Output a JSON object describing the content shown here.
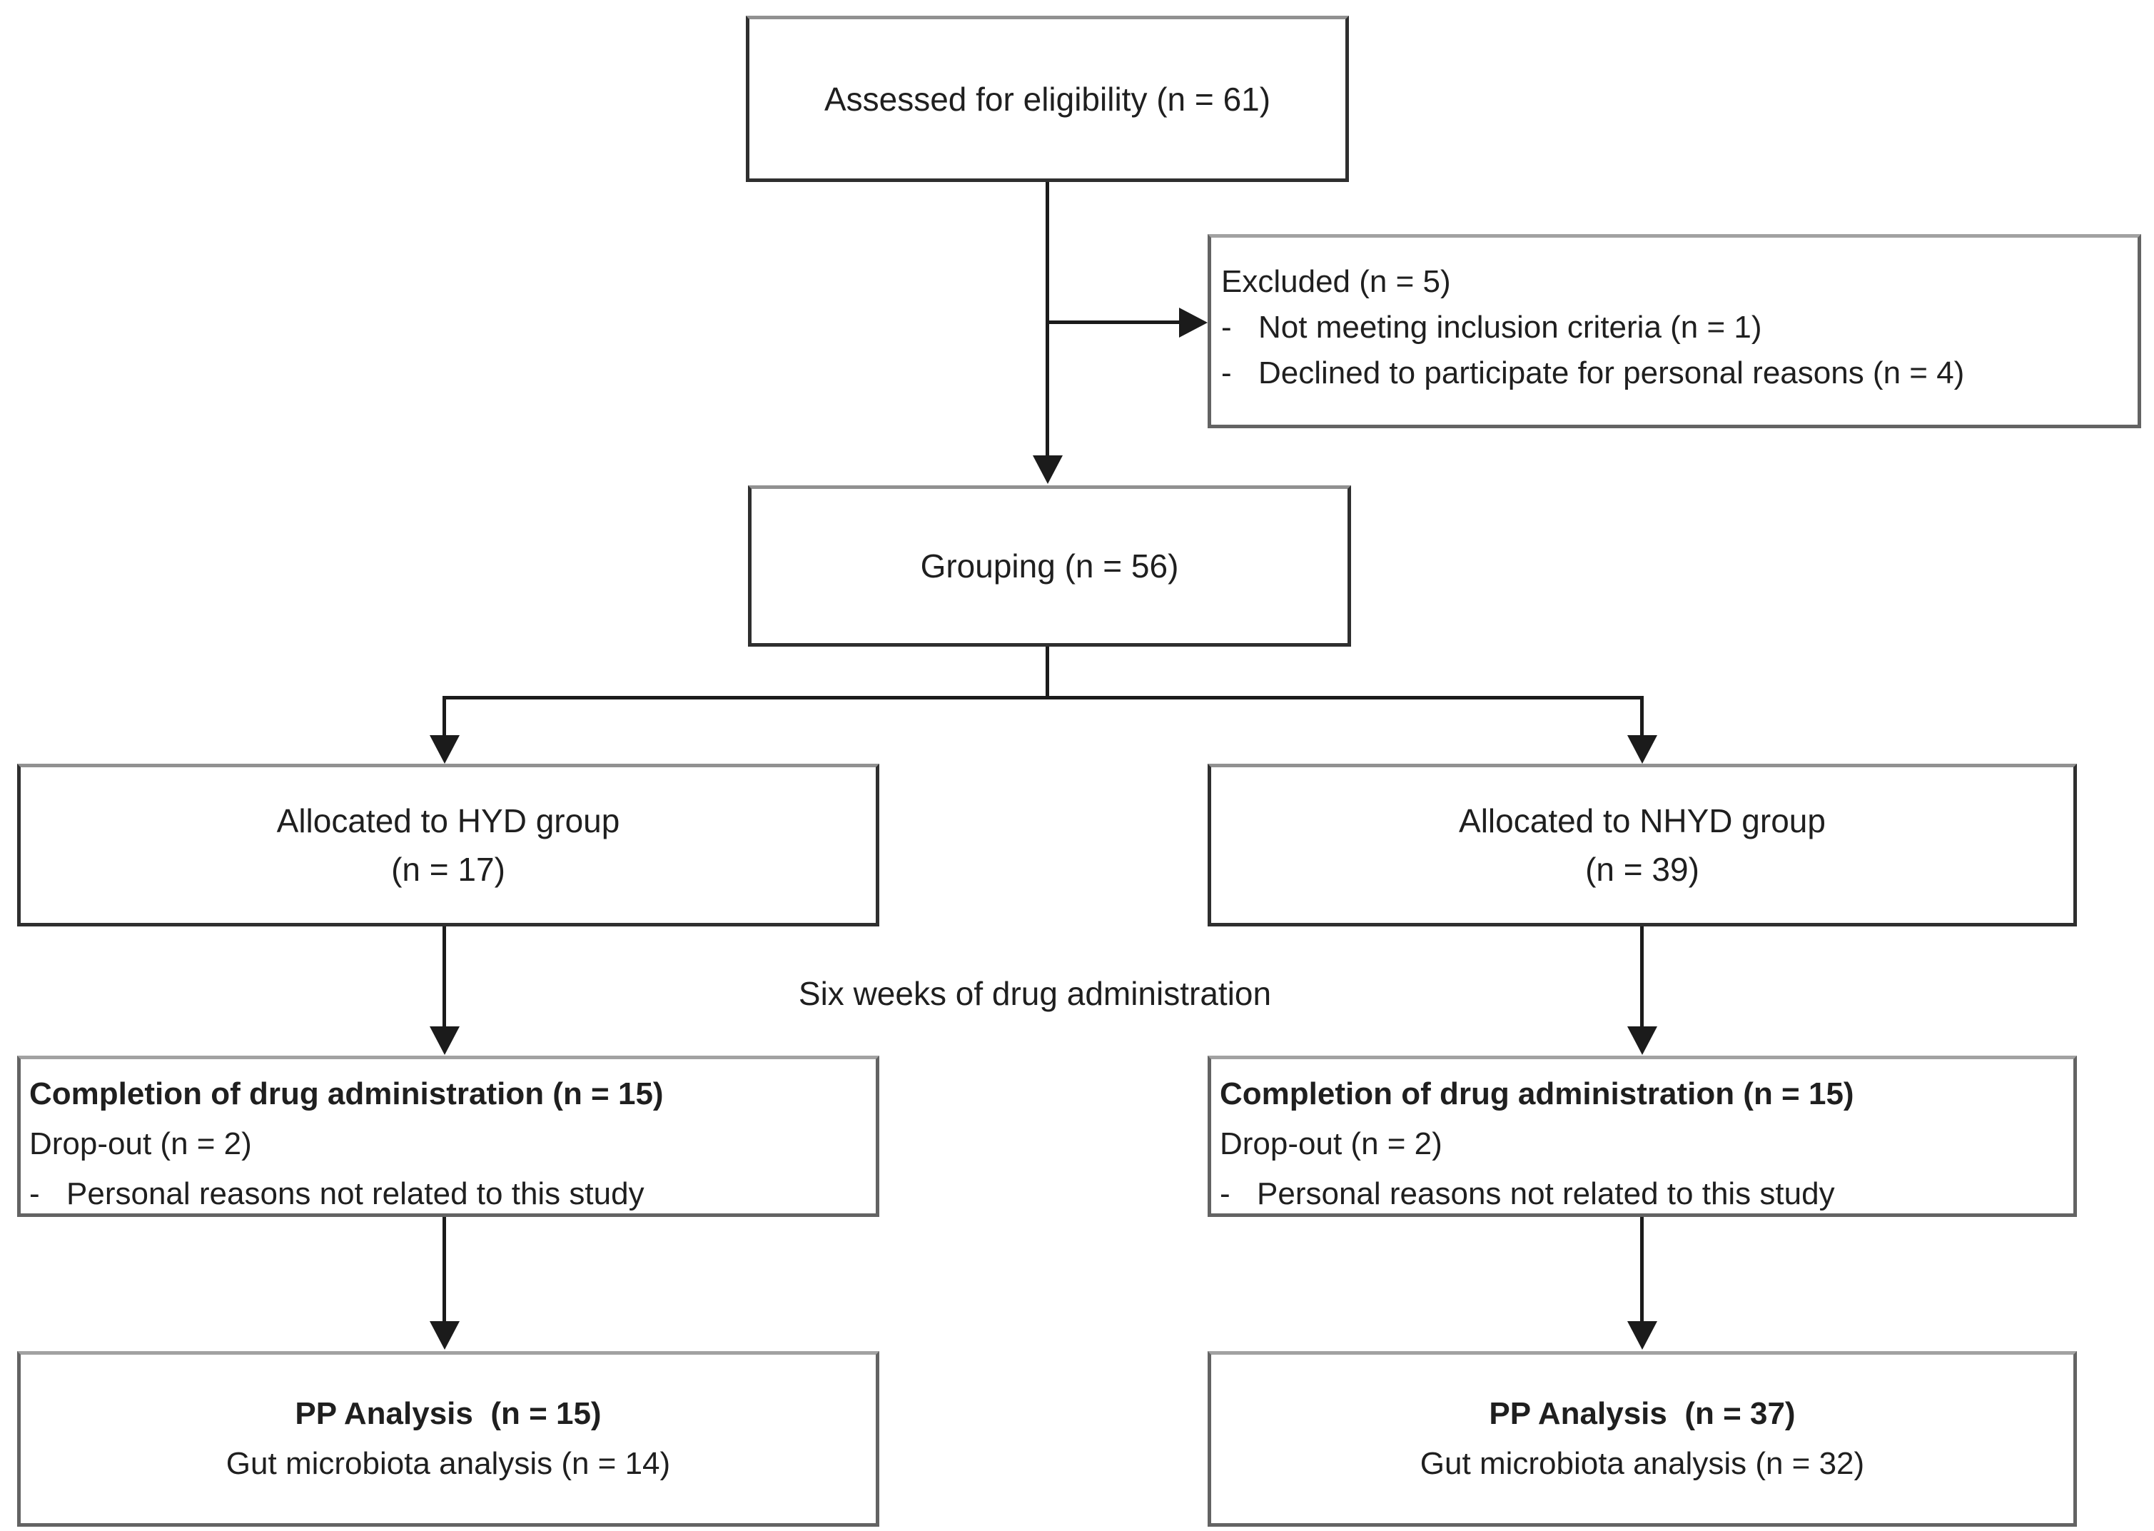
{
  "diagram": {
    "assessed": {
      "label": "Assessed for eligibility (n = 61)"
    },
    "excluded": {
      "title": "Excluded (n = 5)",
      "items": [
        {
          "bullet": "-",
          "text": "Not meeting inclusion criteria (n = 1)"
        },
        {
          "bullet": "-",
          "text": "Declined to participate for personal reasons (n = 4)"
        }
      ]
    },
    "grouping": {
      "label": "Grouping (n = 56)"
    },
    "allocated_hyd": {
      "line1": "Allocated to HYD group",
      "line2": "(n = 17)"
    },
    "allocated_nhyd": {
      "line1": "Allocated to NHYD group",
      "line2": "(n = 39)"
    },
    "mid_label": "Six weeks of drug administration",
    "completion_hyd": {
      "title": "Completion of drug administration (n = 15)",
      "dropout": "Drop-out (n = 2)",
      "items": [
        {
          "bullet": "-",
          "text": "Personal reasons not related to this study"
        }
      ]
    },
    "completion_nhyd": {
      "title": "Completion of drug administration (n = 15)",
      "dropout": "Drop-out (n = 2)",
      "items": [
        {
          "bullet": "-",
          "text": "Personal reasons not related to this study"
        }
      ]
    },
    "pp_hyd": {
      "title": "PP Analysis  (n = 15)",
      "subtitle": "Gut microbiota analysis (n = 14)"
    },
    "pp_nhyd": {
      "title": "PP Analysis  (n = 37)",
      "subtitle": "Gut microbiota analysis (n = 32)"
    },
    "colors": {
      "line": "#1b1b1b",
      "border_dark": "#2f2f2f",
      "border_grey": "#636363",
      "text": "#1f1f1f",
      "background": "#ffffff"
    }
  }
}
